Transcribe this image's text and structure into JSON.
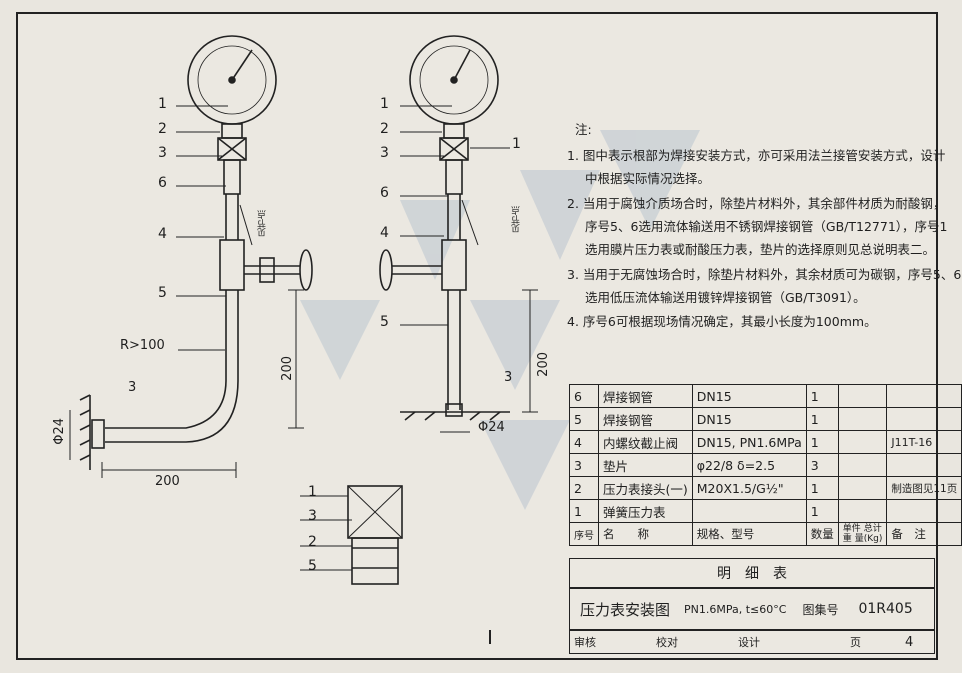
{
  "notes": {
    "heading": "注:",
    "items": [
      "1. 图中表示根部为焊接安装方式，亦可采用法兰接管安装方式，设计",
      "中根据实际情况选择。",
      "2. 当用于腐蚀介质场合时，除垫片材料外，其余部件材质为耐酸钢，",
      "序号5、6选用流体输送用不锈钢焊接钢管（GB/T12771），序号1",
      "选用膜片压力表或耐酸压力表，垫片的选择原则见总说明表二。",
      "3. 当用于无腐蚀场合时，除垫片材料外，其余材质可为碳钢，序号5、6",
      "选用低压流体输送用镀锌焊接钢管（GB/T3091）。",
      "4. 序号6可根据现场情况确定，其最小长度为100mm。"
    ]
  },
  "drawing": {
    "left_callouts": [
      "1",
      "2",
      "3",
      "6",
      "4",
      "5"
    ],
    "right_callouts": [
      "1",
      "2",
      "3",
      "6",
      "4",
      "5"
    ],
    "detail_callouts": [
      "1",
      "3",
      "2",
      "5"
    ],
    "label_1_right": "1",
    "bend_radius": "R>100",
    "pipe_dia_left": "Φ24",
    "pipe_dia_right": "Φ24",
    "dim_200_horizontal": "200",
    "dim_200_left_vertical": "200",
    "dim_200_right_vertical": "200",
    "slope_label_left": "见节点",
    "slope_label_right": "见节点",
    "weld_label_left": "3",
    "weld_label_right": "3"
  },
  "bom": {
    "rows": [
      {
        "no": "6",
        "name": "焊接钢管",
        "spec": "DN15",
        "qty": "1",
        "weight": "",
        "remark": ""
      },
      {
        "no": "5",
        "name": "焊接钢管",
        "spec": "DN15",
        "qty": "1",
        "weight": "",
        "remark": ""
      },
      {
        "no": "4",
        "name": "内螺纹截止阀",
        "spec": "DN15, PN1.6MPa",
        "qty": "1",
        "weight": "",
        "remark": "J11T-16"
      },
      {
        "no": "3",
        "name": "垫片",
        "spec": "φ22/8   δ=2.5",
        "qty": "3",
        "weight": "",
        "remark": ""
      },
      {
        "no": "2",
        "name": "压力表接头(一)",
        "spec": "M20X1.5/G½\"",
        "qty": "1",
        "weight": "",
        "remark": "制造图见11页"
      },
      {
        "no": "1",
        "name": "弹簧压力表",
        "spec": "",
        "qty": "1",
        "weight": "",
        "remark": ""
      }
    ],
    "headers": {
      "no": "序号",
      "name": "名　　称",
      "spec": "规格、型号",
      "qty": "数量",
      "unit_weight": "单件",
      "weight_word": "重",
      "total_weight": "总计",
      "total_unit": "量(Kg)",
      "remark": "备　注"
    },
    "caption": "明　细　表"
  },
  "title_block": {
    "title": "压力表安装图",
    "spec": "PN1.6MPa, t≤60°C",
    "atlas_label": "图集号",
    "atlas_no": "01R405",
    "review_label": "审核",
    "check_label": "校对",
    "design_label": "设计",
    "page_label": "页",
    "page_no": "4"
  },
  "colors": {
    "ink": "#1f1f1f",
    "paper": "#ebe8e1",
    "watermark": "#9fb1c6"
  }
}
